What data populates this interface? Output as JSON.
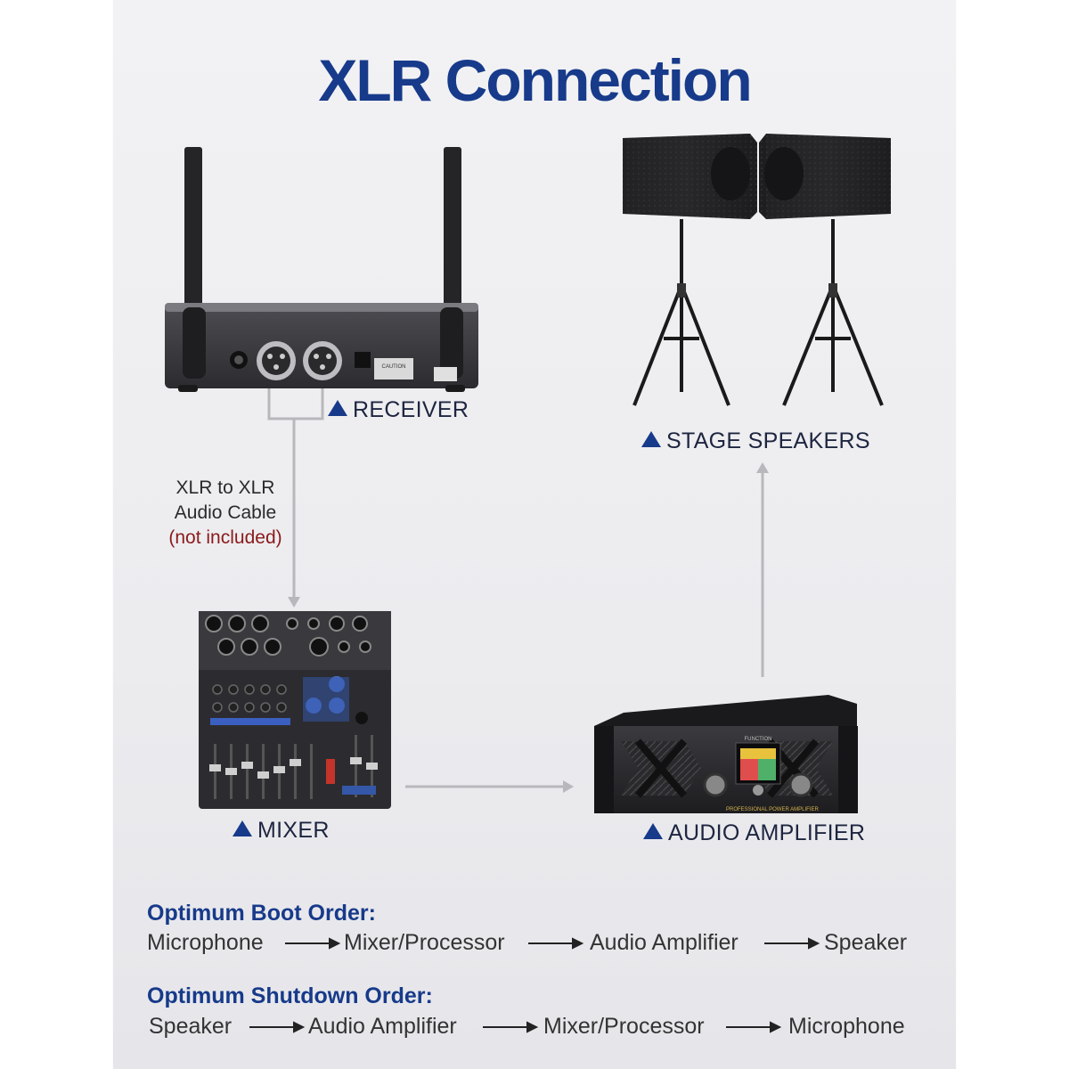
{
  "title": "XLR Connection",
  "devices": {
    "receiver": "RECEIVER",
    "stage_speakers": "STAGE SPEAKERS",
    "mixer": "MIXER",
    "audio_amplifier": "AUDIO AMPLIFIER"
  },
  "cable": {
    "line1": "XLR to XLR",
    "line2": "Audio Cable",
    "note": "(not included)"
  },
  "receiver_panel": {
    "caution": "CAUTION"
  },
  "amplifier_panel": {
    "brand_text": "PROFESSIONAL POWER AMPLIFIER",
    "function_text": "FUNCTION"
  },
  "boot_order": {
    "title": "Optimum Boot Order:",
    "steps": [
      "Microphone",
      "Mixer/Processor",
      "Audio Amplifier",
      "Speaker"
    ]
  },
  "shutdown_order": {
    "title": "Optimum Shutdown Order:",
    "steps": [
      "Speaker",
      "Audio Amplifier",
      "Mixer/Processor",
      "Microphone"
    ]
  },
  "colors": {
    "title_blue": "#173a8a",
    "note_red": "#8b1a1a",
    "connector_gray": "#b8b8bc"
  }
}
